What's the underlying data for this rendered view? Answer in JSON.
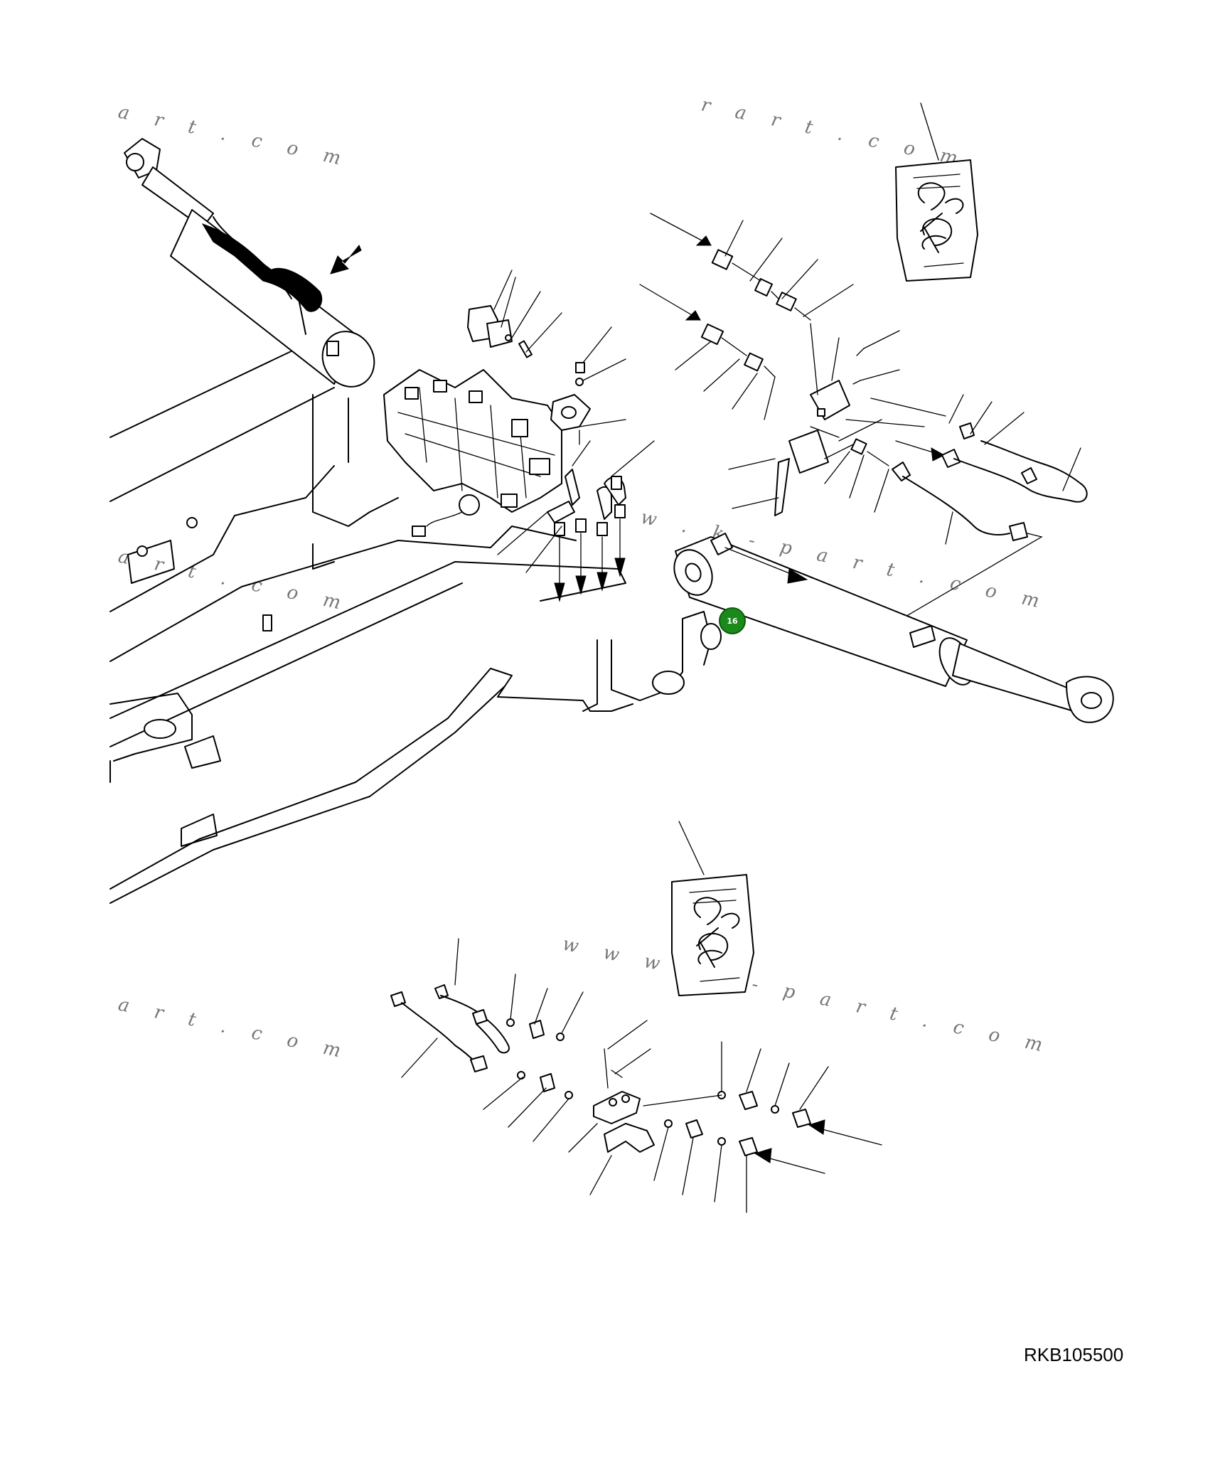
{
  "drawing_code": "RKB105500",
  "hotspot": {
    "label": "16",
    "color": "#1a8a1a"
  },
  "watermarks": [
    "a r t . c o m",
    "r a r t . c o m",
    "a r t . c o m",
    "w . k - p a r t . c o m",
    "w w w . k - p a r t . c o m",
    "a r t . c o m"
  ],
  "icons": [
    "parts-bag-icon",
    "arrow-icon",
    "hydraulic-cylinder-icon",
    "control-valve-icon"
  ]
}
